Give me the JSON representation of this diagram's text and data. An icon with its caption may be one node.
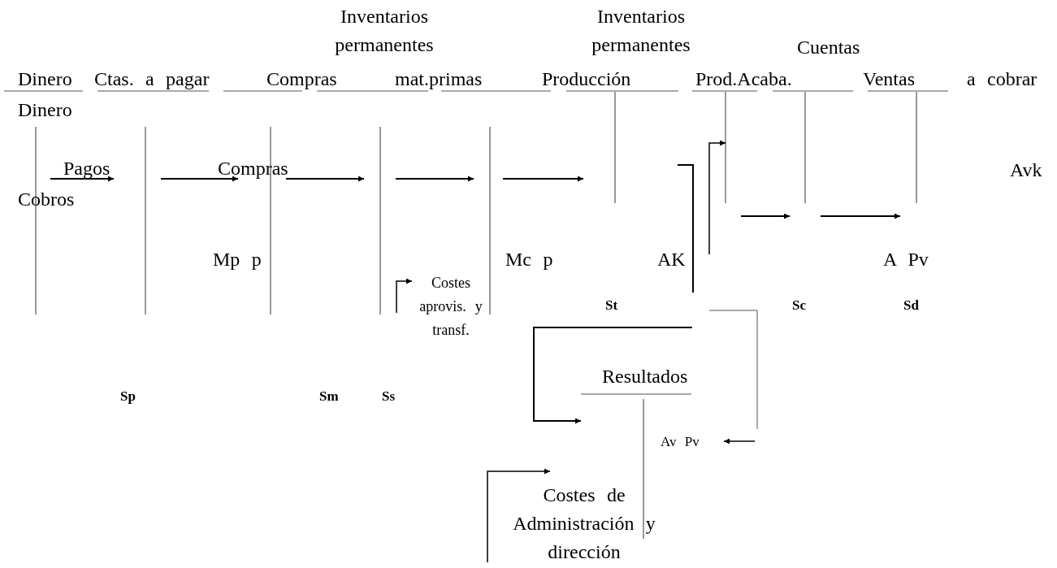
{
  "diagram": {
    "labels": [
      "Inventarios permanentes",
      "Inventarios permanentes",
      "Cuentas",
      "Dinero",
      "Ctas. a pagar",
      "Compras",
      "mat.primas",
      "Producción",
      "Prod.Acaba.",
      "Ventas",
      "a cobrar",
      "Dinero",
      "Pagos",
      "Compras",
      "Avk",
      "Cobros",
      "Mp p",
      "Mc p",
      "AK",
      "A Pv",
      "Costes aprovis. y transf.",
      "St",
      "Sc",
      "Sd",
      "Resultados",
      "Sp",
      "Sm",
      "Ss",
      "Av Pv",
      "Costes de Administración y dirección"
    ]
  }
}
